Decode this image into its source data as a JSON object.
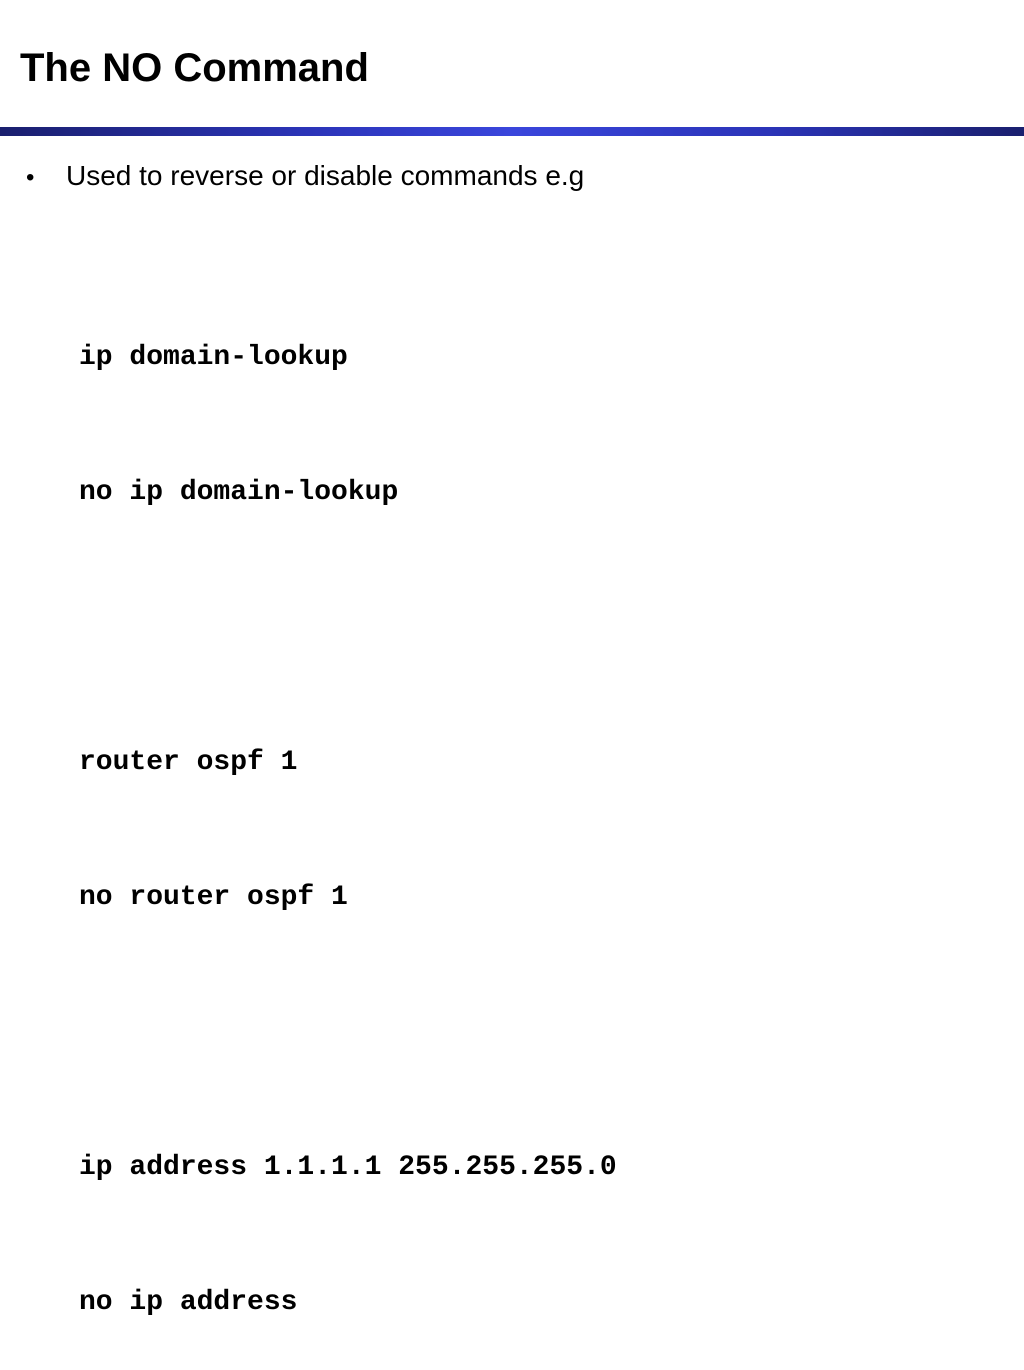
{
  "slide": {
    "title": "The NO Command",
    "bullet_symbol": "•",
    "bullet_text": "Used to reverse or disable commands e.g"
  },
  "code_lines": [
    "ip domain-lookup",
    "no ip domain-lookup",
    "",
    "router ospf 1",
    "no router ospf 1",
    "",
    "ip address 1.1.1.1 255.255.255.0",
    "no ip address"
  ],
  "colors": {
    "rule_dark": "#1a1f6e",
    "rule_bright": "#3a46dc",
    "text": "#000000",
    "background": "#ffffff"
  }
}
